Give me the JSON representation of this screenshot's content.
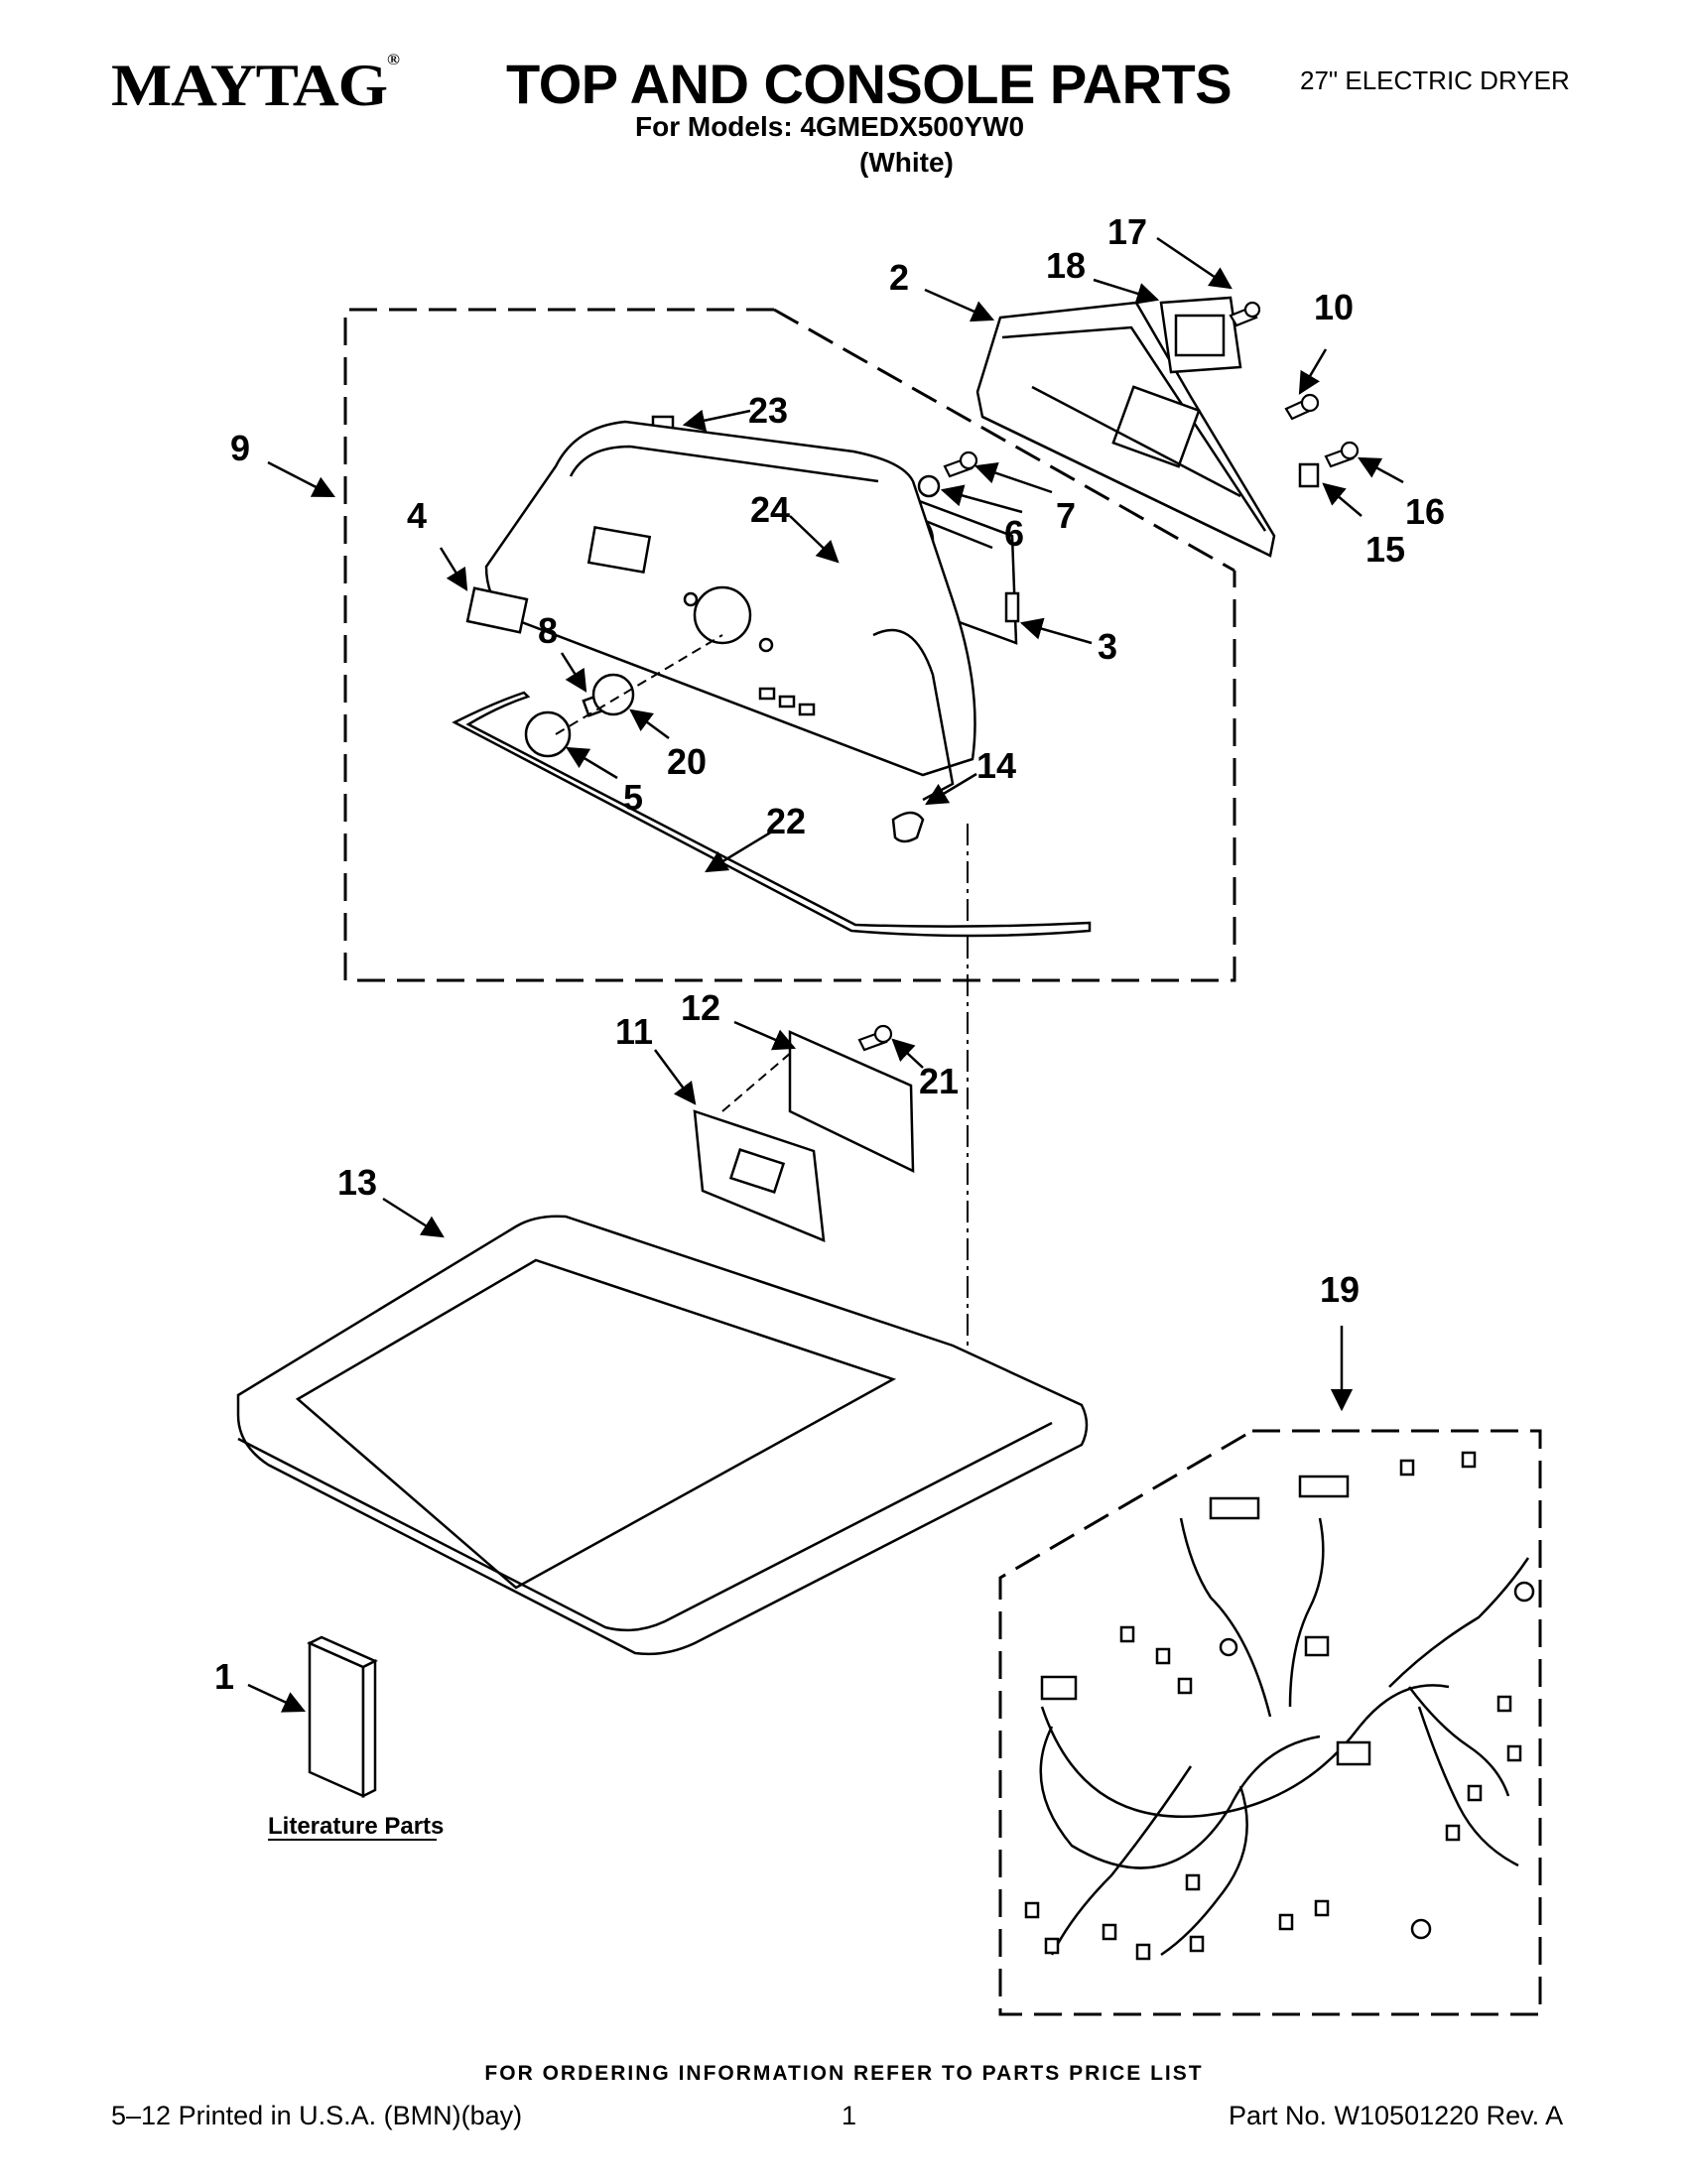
{
  "header": {
    "brand": "MAYTAG",
    "brand_mark": "®",
    "title": "TOP AND CONSOLE PARTS",
    "subtitle": "For Models: 4GMEDX500YW0",
    "color": "(White)",
    "product_type": "27\" ELECTRIC DRYER"
  },
  "callouts": [
    "1",
    "2",
    "3",
    "4",
    "5",
    "6",
    "7",
    "8",
    "9",
    "10",
    "11",
    "12",
    "13",
    "14",
    "15",
    "16",
    "17",
    "18",
    "19",
    "20",
    "21",
    "22",
    "23",
    "24"
  ],
  "literature_label": "Literature Parts",
  "footer": {
    "ordering_info": "FOR ORDERING INFORMATION REFER TO PARTS PRICE LIST",
    "printed": "5–12 Printed in U.S.A. (BMN)(bay)",
    "page": "1",
    "part_no": "Part No. W10501220 Rev. A"
  }
}
